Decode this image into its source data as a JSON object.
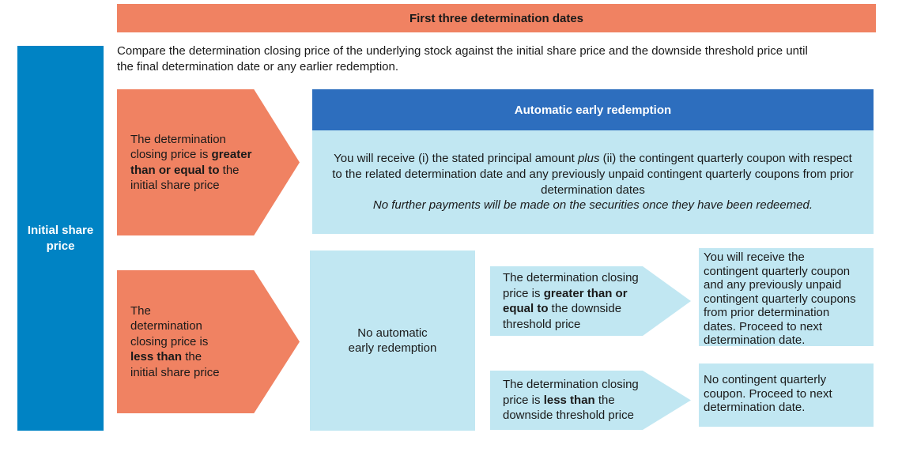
{
  "colors": {
    "orange": "#F08262",
    "bar-blue": "#0083C4",
    "header-blue": "#2D6EBE",
    "light-blue": "#C1E7F2"
  },
  "banner": {
    "title": "First three determination dates"
  },
  "left_label": {
    "text": "Initial share\nprice"
  },
  "intro": {
    "text": "Compare the determination closing price of the underlying stock against the initial share price and the downside threshold price until\nthe final determination date or any earlier redemption."
  },
  "top_branch": {
    "condition_segments": [
      {
        "t": "The determination\nclosing price is "
      },
      {
        "t": "greater\nthan or equal to",
        "b": true
      },
      {
        "t": " the\ninitial share price"
      }
    ],
    "outcome_header": "Automatic early redemption",
    "outcome_segments": [
      {
        "t": "You will receive (i) the stated principal amount "
      },
      {
        "t": "plus",
        "i": true
      },
      {
        "t": " (ii) the contingent quarterly coupon with respect\nto the related determination date and any previously unpaid contingent quarterly coupons from prior\ndetermination dates"
      }
    ],
    "outcome_note_segments": [
      {
        "t": "No further payments will be made on the securities once they have been redeemed.",
        "i": true
      }
    ]
  },
  "bottom_branch": {
    "condition_segments": [
      {
        "t": "The\ndetermination\nclosing price is\n"
      },
      {
        "t": "less than",
        "b": true
      },
      {
        "t": " the\ninitial share price"
      }
    ],
    "outcome_label": "No automatic\nearly redemption",
    "sub_branches": [
      {
        "condition_segments": [
          {
            "t": "The determination closing\nprice is "
          },
          {
            "t": "greater than or\nequal to",
            "b": true
          },
          {
            "t": " the downside\nthreshold price"
          }
        ],
        "result": "You will receive the\ncontingent quarterly coupon\nand any previously unpaid\ncontingent quarterly coupons\nfrom prior determination\ndates. Proceed to next\ndetermination date."
      },
      {
        "condition_segments": [
          {
            "t": "The determination closing\nprice is "
          },
          {
            "t": "less than",
            "b": true
          },
          {
            "t": " the\ndownside threshold price"
          }
        ],
        "result": "No contingent quarterly\ncoupon. Proceed to next\ndetermination date."
      }
    ]
  }
}
